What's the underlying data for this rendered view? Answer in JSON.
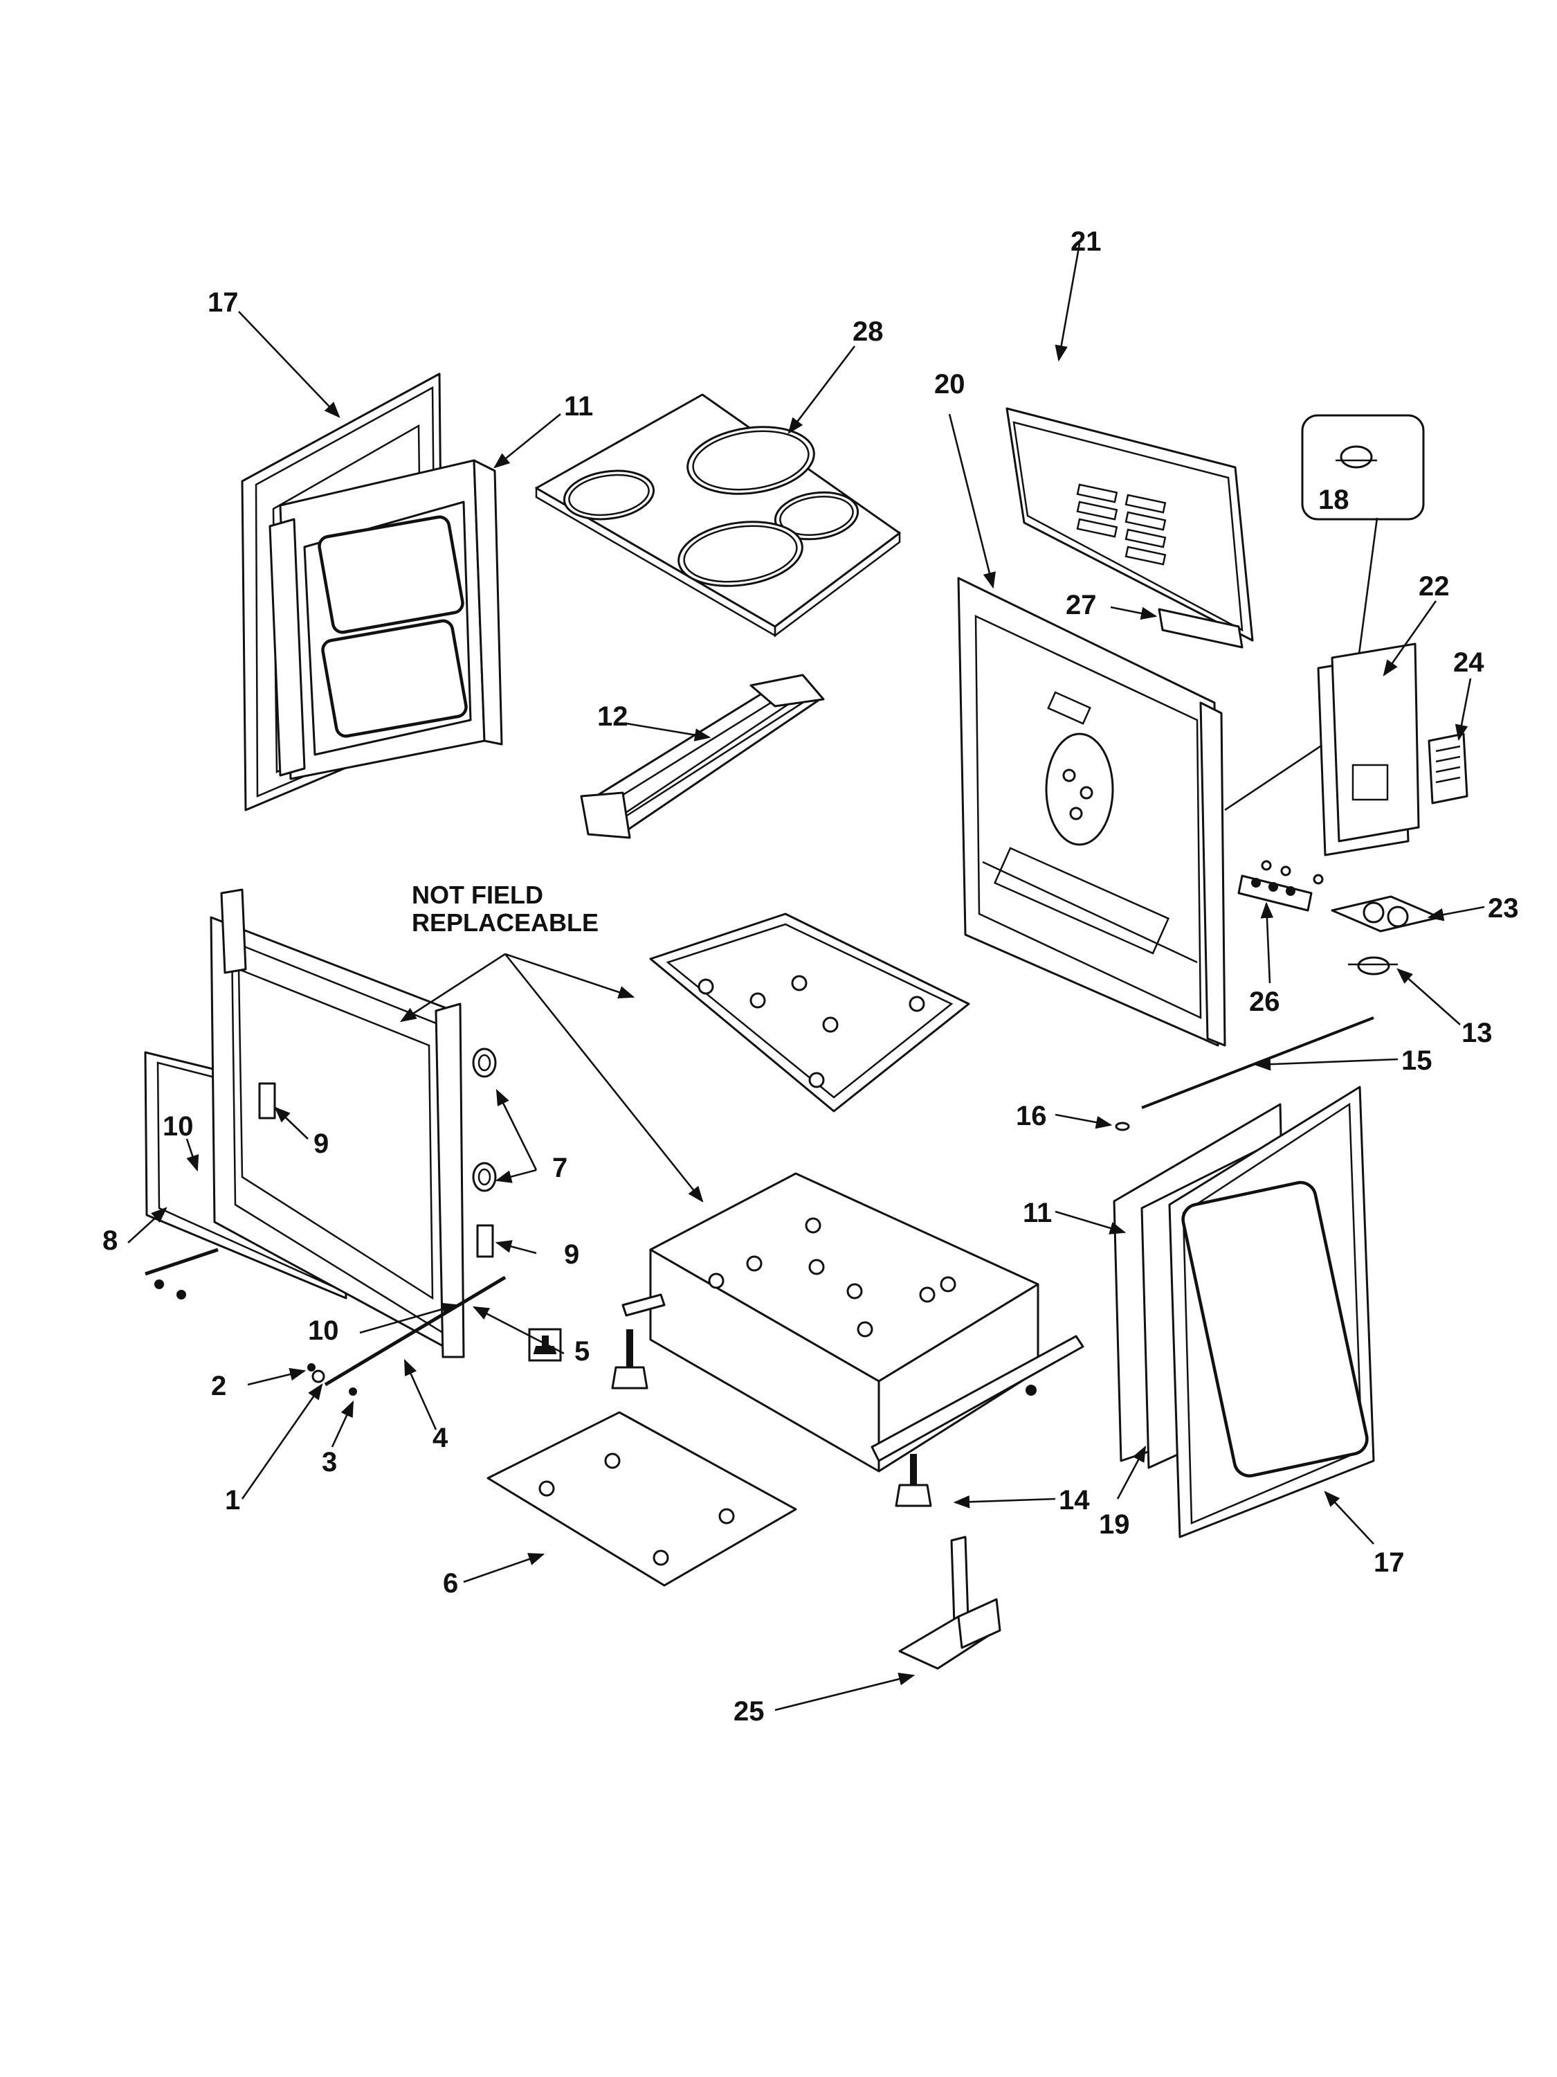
{
  "callouts": {
    "c1": "1",
    "c2": "2",
    "c3": "3",
    "c4": "4",
    "c5": "5",
    "c6": "6",
    "c7": "7",
    "c8": "8",
    "c9a": "9",
    "c9b": "9",
    "c10a": "10",
    "c10b": "10",
    "c11a": "11",
    "c11b": "11",
    "c12": "12",
    "c13": "13",
    "c14": "14",
    "c15": "15",
    "c16": "16",
    "c17a": "17",
    "c17b": "17",
    "c18": "18",
    "c19": "19",
    "c20": "20",
    "c21": "21",
    "c22": "22",
    "c23": "23",
    "c24": "24",
    "c25": "25",
    "c26": "26",
    "c27": "27",
    "c28": "28"
  },
  "note": {
    "line1": "NOT FIELD",
    "line2": "REPLACEABLE"
  }
}
